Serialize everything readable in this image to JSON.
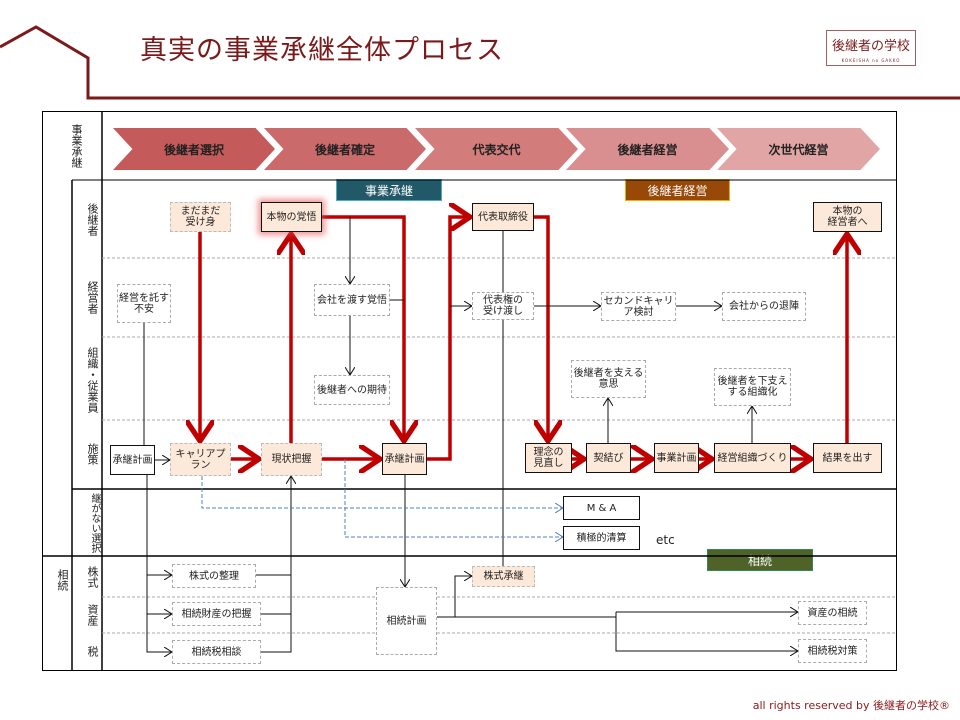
{
  "title": "真実の事業承継全体プロセス",
  "logo": {
    "text": "後継者の学校",
    "sub": "KOKEISHA no GAKKO"
  },
  "lanes": {
    "top": "事業承継",
    "successor": "後継者",
    "manager": "経営者",
    "org": "組織・従業員",
    "measures": "施策",
    "no_succession": "継がない選択",
    "inherit": "相続",
    "stock": "株式",
    "assets": "資産",
    "tax": "税"
  },
  "phases": [
    "後継者選択",
    "後継者確定",
    "代表交代",
    "後継者経営",
    "次世代経営"
  ],
  "phase_colors": [
    "#c55a5a",
    "#cb6a6a",
    "#d27c7c",
    "#d98f8f",
    "#e1a5a5"
  ],
  "tags": {
    "succession": "事業承継",
    "successor_mgmt": "後継者経営",
    "inheritance": "相続"
  },
  "boxes": {
    "madamada": "まだまだ\n受け身",
    "kakugo": "本物の覚悟",
    "daihyo": "代表取締役",
    "honmono": "本物の\n経営者へ",
    "fuan": "経営を託す\n不安",
    "watasu": "会社を渡す覚悟",
    "ukewatashi": "代表権の\n受け渡し",
    "second": "セカンドキャリア検討",
    "taijin": "会社からの退陣",
    "kitai": "後継者への期待",
    "sasaeru": "後継者を支える\n意思",
    "shitasasae": "後継者を下支え\nする組織化",
    "plan1": "承継計画",
    "career": "キャリアプラン",
    "genjo": "現状把握",
    "plan2": "承継計画",
    "rinen": "理念の\n見直し",
    "keiyaku": "契結び",
    "jigyo": "事業計画",
    "soshiki": "経営組織づくり",
    "kekka": "結果を出す",
    "ma": "M & A",
    "seisan": "積極的清算",
    "kabu_seiri": "株式の整理",
    "zaisan": "相続財産の把握",
    "zeisodan": "相続税相談",
    "sozoku_plan": "相続計画",
    "kabu_shokei": "株式承継",
    "shisan": "資産の相続",
    "zeitaisaku": "相続税対策"
  },
  "etc": "etc",
  "footer": "all rights reserved by 後継者の学校®"
}
